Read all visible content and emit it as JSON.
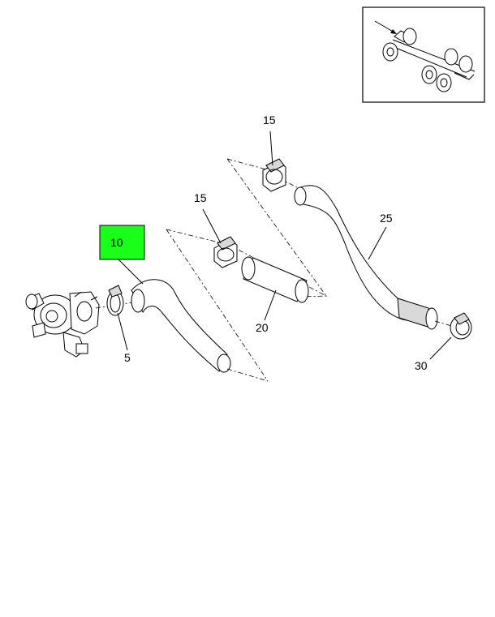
{
  "diagram": {
    "callouts": [
      {
        "id": "c5",
        "label": "5"
      },
      {
        "id": "c10",
        "label": "10",
        "highlight_color": "#1aff1a"
      },
      {
        "id": "c15a",
        "label": "15"
      },
      {
        "id": "c15b",
        "label": "15"
      },
      {
        "id": "c20",
        "label": "20"
      },
      {
        "id": "c25",
        "label": "25"
      },
      {
        "id": "c30",
        "label": "30"
      }
    ],
    "parts": [
      {
        "name": "turbocharger"
      },
      {
        "name": "clamp"
      },
      {
        "name": "elbow-hose"
      },
      {
        "name": "straight-hose"
      },
      {
        "name": "long-hose"
      },
      {
        "name": "end-clamp"
      }
    ],
    "inset": {
      "name": "chassis-locator-view"
    }
  }
}
